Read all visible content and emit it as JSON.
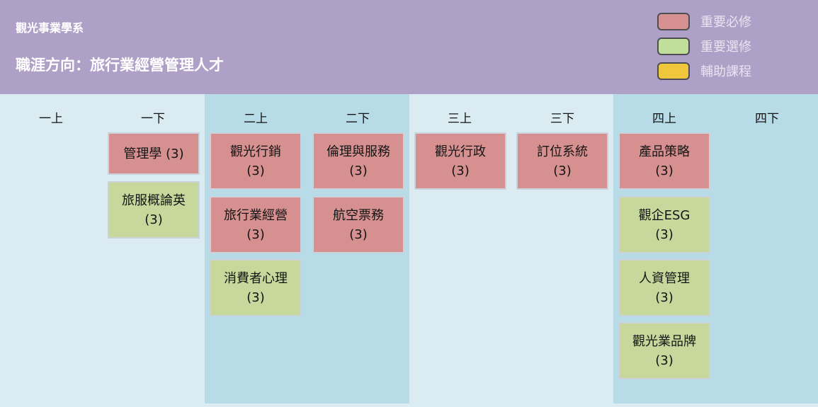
{
  "theme": {
    "header_bg": "#AEA0C6",
    "light_panel_bg": "#DAEBF2",
    "dark_panel_bg": "#B7DCE7",
    "required_color": "#D79090",
    "elective_color": "#C7D89D",
    "support_color": "#F0C73C",
    "box_border": "#CCD2DB",
    "text_dark": "#141414",
    "text_light": "#FFFFFF"
  },
  "header": {
    "title": "觀光事業學系",
    "subtitle": "職涯方向：旅行業經營管理人才"
  },
  "legend": {
    "items": [
      {
        "label": "重要必修",
        "color": "#D79090"
      },
      {
        "label": "重要選修",
        "color": "#BFDF9B"
      },
      {
        "label": "輔助課程",
        "color": "#F0C73C"
      }
    ]
  },
  "columns": [
    {
      "label": "一上"
    },
    {
      "label": "一下"
    },
    {
      "label": "二上"
    },
    {
      "label": "二下"
    },
    {
      "label": "三上"
    },
    {
      "label": "三下"
    },
    {
      "label": "四上"
    },
    {
      "label": "四下"
    }
  ],
  "courses": [
    {
      "name": "管理學",
      "credits": "(3)",
      "line1": "管理學 (3)",
      "line2": "",
      "semester": "一下",
      "type": "重要必修",
      "color": "#D79090"
    },
    {
      "name": "旅服概論英",
      "credits": "(3)",
      "line1": "旅服概論英",
      "line2": "(3)",
      "semester": "一下",
      "type": "重要選修",
      "color": "#C7D89D"
    },
    {
      "name": "觀光行銷",
      "credits": "(3)",
      "line1": "觀光行銷",
      "line2": "(3)",
      "semester": "二上",
      "type": "重要必修",
      "color": "#D79090"
    },
    {
      "name": "旅行業經營",
      "credits": "(3)",
      "line1": "旅行業經營",
      "line2": "(3)",
      "semester": "二上",
      "type": "重要必修",
      "color": "#D79090"
    },
    {
      "name": "消費者心理",
      "credits": "(3)",
      "line1": "消費者心理",
      "line2": "(3)",
      "semester": "二上",
      "type": "重要選修",
      "color": "#C7D89D"
    },
    {
      "name": "倫理與服務",
      "credits": "(3)",
      "line1": "倫理與服務",
      "line2": "(3)",
      "semester": "二下",
      "type": "重要必修",
      "color": "#D79090"
    },
    {
      "name": "航空票務",
      "credits": "(3)",
      "line1": "航空票務",
      "line2": "(3)",
      "semester": "二下",
      "type": "重要必修",
      "color": "#D79090"
    },
    {
      "name": "觀光行政",
      "credits": "(3)",
      "line1": "觀光行政",
      "line2": "(3)",
      "semester": "三上",
      "type": "重要必修",
      "color": "#D79090"
    },
    {
      "name": "訂位系統",
      "credits": "(3)",
      "line1": "訂位系統",
      "line2": "(3)",
      "semester": "三下",
      "type": "重要必修",
      "color": "#D79090"
    },
    {
      "name": "產品策略",
      "credits": "(3)",
      "line1": "產品策略",
      "line2": "(3)",
      "semester": "四上",
      "type": "重要必修",
      "color": "#D79090"
    },
    {
      "name": "觀企ESG",
      "credits": "(3)",
      "line1": "觀企ESG",
      "line2": "(3)",
      "semester": "四上",
      "type": "重要選修",
      "color": "#C7D89D"
    },
    {
      "name": "人資管理",
      "credits": "(3)",
      "line1": "人資管理",
      "line2": "(3)",
      "semester": "四上",
      "type": "重要選修",
      "color": "#C7D89D"
    },
    {
      "name": "觀光業品牌",
      "credits": "(3)",
      "line1": "觀光業品牌",
      "line2": "(3)",
      "semester": "四上",
      "type": "重要選修",
      "color": "#C7D89D"
    }
  ]
}
